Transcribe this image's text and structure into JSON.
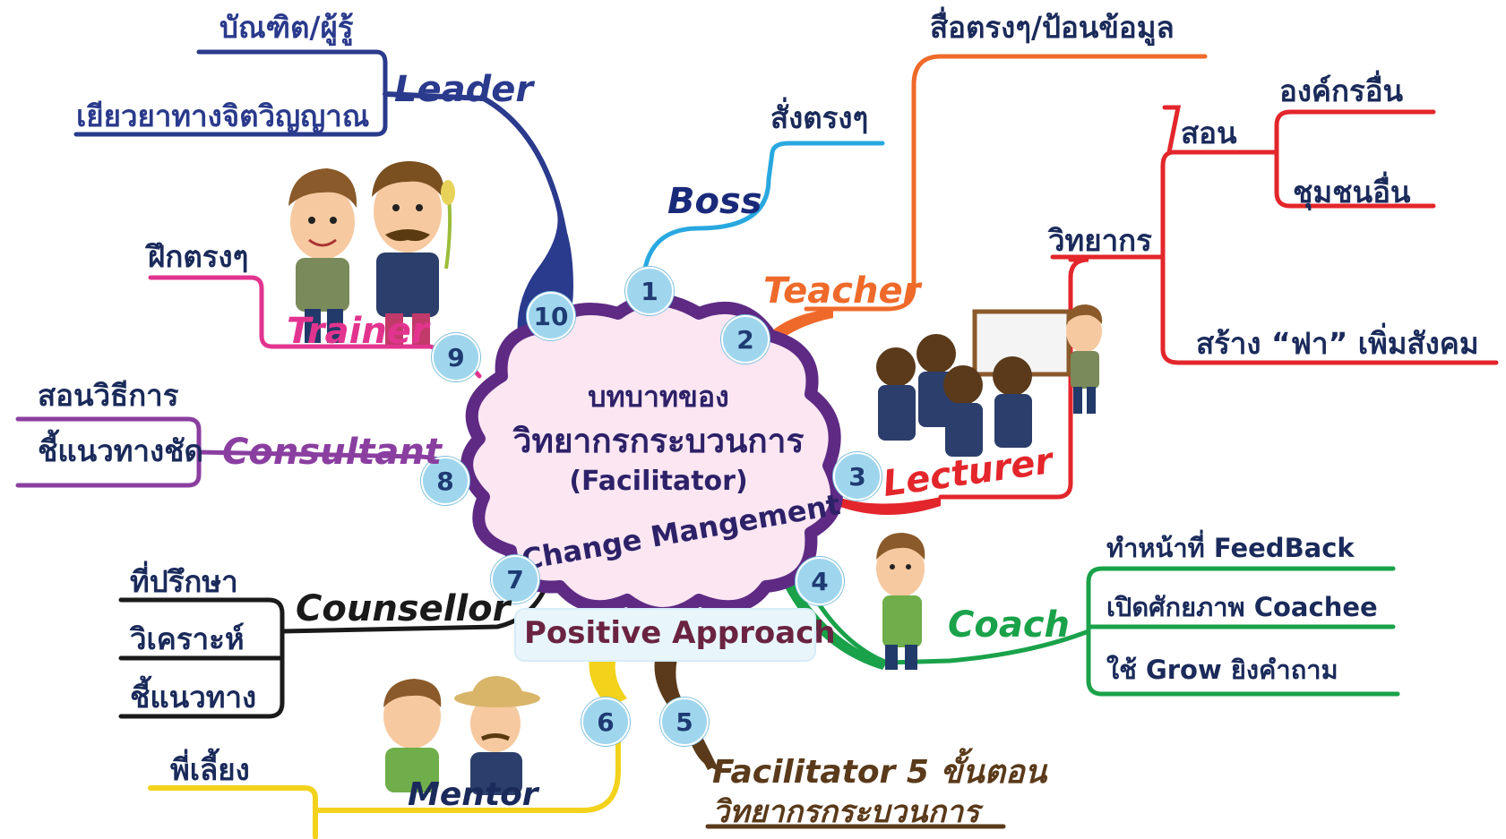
{
  "center": {
    "line1": "บทบาทของ",
    "line2": "วิทยากรกระบวนการ",
    "line3": "(Facilitator)",
    "line4": "Change Mangement"
  },
  "positive": "Positive Approach",
  "colors": {
    "leader": "#2a3a8c",
    "boss": "#29a8e0",
    "teacher": "#ef6a2a",
    "lecturer": "#e3262b",
    "coach": "#1aa24a",
    "facilitator5": "#5a3a1a",
    "mentor": "#f2d21b",
    "counsellor": "#1a1a1a",
    "consultant": "#8a3fa0",
    "trainer": "#e2348f",
    "cloudFill": "#fbe6f2",
    "cloudStroke": "#5e2a84",
    "badge": "#9fd6ee"
  },
  "badges": [
    "1",
    "2",
    "3",
    "4",
    "5",
    "6",
    "7",
    "8",
    "9",
    "10"
  ],
  "branches": {
    "leader": {
      "role": "Leader",
      "leaves": [
        "บัณฑิต/ผู้รู้",
        "เยียวยาทางจิตวิญญาณ"
      ]
    },
    "boss": {
      "role": "Boss",
      "leaves": [
        "สั่งตรงๆ"
      ]
    },
    "teacher": {
      "role": "Teacher",
      "leaves": [
        "สื่อตรงๆ/ป้อนข้อมูล"
      ]
    },
    "lecturer": {
      "role": "Lecturer",
      "sub": "วิทยากร",
      "sub2": "สอน",
      "leaves": [
        "องค์กรอื่น",
        "ชุมชนอื่น",
        "สร้าง “ฟา” เพิ่มสังคม"
      ]
    },
    "coach": {
      "role": "Coach",
      "leaves": [
        "ทำหน้าที่ FeedBack",
        "เปิดศักยภาพ Coachee",
        "ใช้ Grow ยิงคำถาม"
      ]
    },
    "facilitator5": {
      "role1": "Facilitator 5 ขั้นตอน",
      "role2": "วิทยากรกระบวนการ"
    },
    "mentor": {
      "role": "Mentor",
      "leaves": [
        "พี่เลี้ยง"
      ]
    },
    "counsellor": {
      "role": "Counsellor",
      "leaves": [
        "ที่ปรึกษา",
        "วิเคราะห์",
        "ชี้แนวทาง"
      ]
    },
    "consultant": {
      "role": "Consultant",
      "leaves": [
        "สอนวิธีการ",
        "ชี้แนวทางชัด"
      ]
    },
    "trainer": {
      "role": "Trainer",
      "leaves": [
        "ฝึกตรงๆ"
      ]
    }
  },
  "icons": [
    "pair-of-farmers-illustration",
    "lecturer-with-audience-illustration",
    "coach-illustration",
    "mentor-pair-illustration"
  ]
}
